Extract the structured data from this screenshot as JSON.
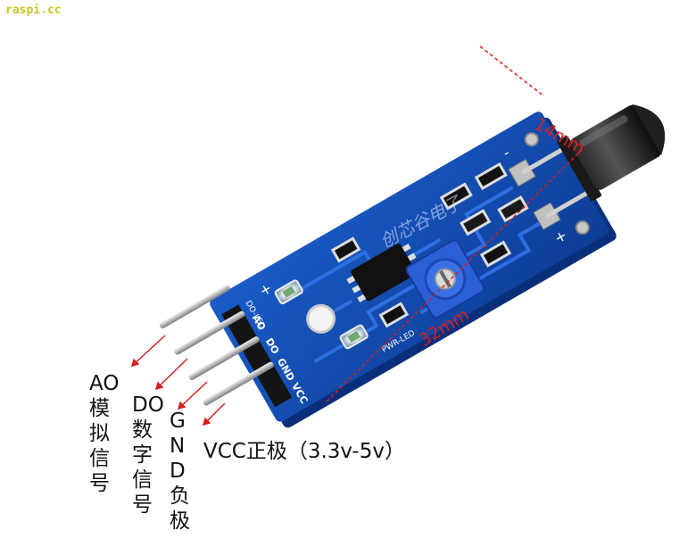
{
  "watermark": "raspi.cc",
  "dimensions": {
    "width": "14mm",
    "length": "32mm"
  },
  "brand": "创芯谷电子",
  "silkscreen": {
    "do_led": "DO-LED",
    "pwr_led": "PWR-LED",
    "pins": [
      "AO",
      "DO",
      "GND",
      "VCC"
    ],
    "minus": "-",
    "plus": "+"
  },
  "pin_labels": {
    "ao": {
      "code": "AO",
      "desc": [
        "模",
        "拟",
        "信",
        "号"
      ]
    },
    "do": {
      "code": "DO",
      "desc": [
        "数",
        "字",
        "信",
        "号"
      ]
    },
    "gnd": {
      "code": [
        "G",
        "N",
        "D"
      ],
      "desc": [
        "负",
        "极"
      ]
    },
    "vcc": "VCC正极（3.3v-5v）"
  },
  "colors": {
    "pcb": "#1248a8",
    "pcb_dark": "#0a2f7a",
    "arrow": "#d42020",
    "potentiometer": "#2b5fd6",
    "sensor": "#141414"
  }
}
